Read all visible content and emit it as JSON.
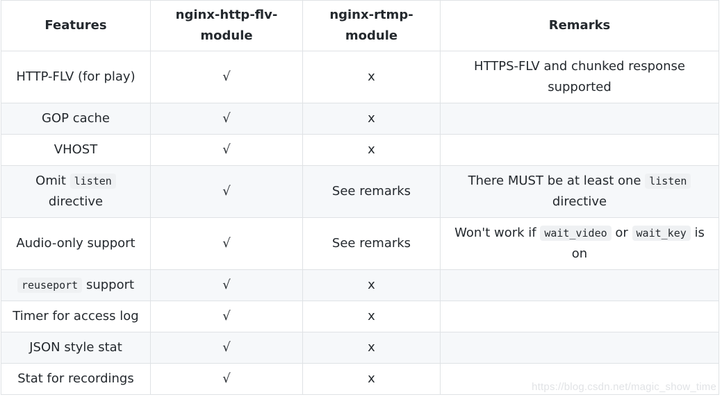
{
  "table": {
    "headers": [
      "Features",
      "nginx-http-flv-module",
      "nginx-rtmp-module",
      "Remarks"
    ],
    "rows": [
      {
        "feature": [
          {
            "text": "HTTP-FLV (for play)"
          }
        ],
        "http_flv": "√",
        "rtmp": "x",
        "remarks": [
          {
            "text": "HTTPS-FLV and chunked response supported"
          }
        ]
      },
      {
        "feature": [
          {
            "text": "GOP cache"
          }
        ],
        "http_flv": "√",
        "rtmp": "x",
        "remarks": []
      },
      {
        "feature": [
          {
            "text": "VHOST"
          }
        ],
        "http_flv": "√",
        "rtmp": "x",
        "remarks": []
      },
      {
        "feature": [
          {
            "text": "Omit "
          },
          {
            "code": "listen"
          },
          {
            "text": " directive"
          }
        ],
        "http_flv": "√",
        "rtmp": "See remarks",
        "remarks": [
          {
            "text": "There MUST be at least one "
          },
          {
            "code": "listen"
          },
          {
            "text": " directive"
          }
        ]
      },
      {
        "feature": [
          {
            "text": "Audio-only support"
          }
        ],
        "http_flv": "√",
        "rtmp": "See remarks",
        "remarks": [
          {
            "text": "Won't work if "
          },
          {
            "code": "wait_video"
          },
          {
            "text": " or "
          },
          {
            "code": "wait_key"
          },
          {
            "text": " is on"
          }
        ]
      },
      {
        "feature": [
          {
            "code": "reuseport"
          },
          {
            "text": " support"
          }
        ],
        "http_flv": "√",
        "rtmp": "x",
        "remarks": []
      },
      {
        "feature": [
          {
            "text": "Timer for access log"
          }
        ],
        "http_flv": "√",
        "rtmp": "x",
        "remarks": []
      },
      {
        "feature": [
          {
            "text": "JSON style stat"
          }
        ],
        "http_flv": "√",
        "rtmp": "x",
        "remarks": []
      },
      {
        "feature": [
          {
            "text": "Stat for recordings"
          }
        ],
        "http_flv": "√",
        "rtmp": "x",
        "remarks": []
      }
    ]
  },
  "watermark": "https://blog.csdn.net/magic_show_time",
  "colors": {
    "border": "#dfe2e5",
    "alt_row": "#f6f8fa",
    "text": "#24292e",
    "code_bg": "#eff1f3"
  }
}
